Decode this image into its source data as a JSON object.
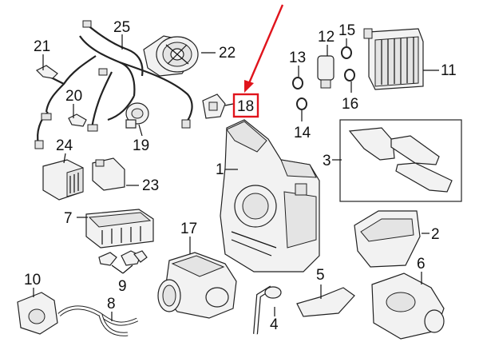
{
  "callouts": {
    "c1": "1",
    "c2": "2",
    "c3": "3",
    "c4": "4",
    "c5": "5",
    "c6": "6",
    "c7": "7",
    "c8": "8",
    "c9": "9",
    "c10": "10",
    "c11": "11",
    "c12": "12",
    "c13": "13",
    "c14": "14",
    "c15": "15",
    "c16": "16",
    "c17": "17",
    "c18": "18",
    "c19": "19",
    "c20": "20",
    "c21": "21",
    "c22": "22",
    "c23": "23",
    "c24": "24",
    "c25": "25"
  },
  "colors": {
    "highlight": "#e0141c",
    "line": "#222222",
    "fill": "#f2f2f2"
  }
}
